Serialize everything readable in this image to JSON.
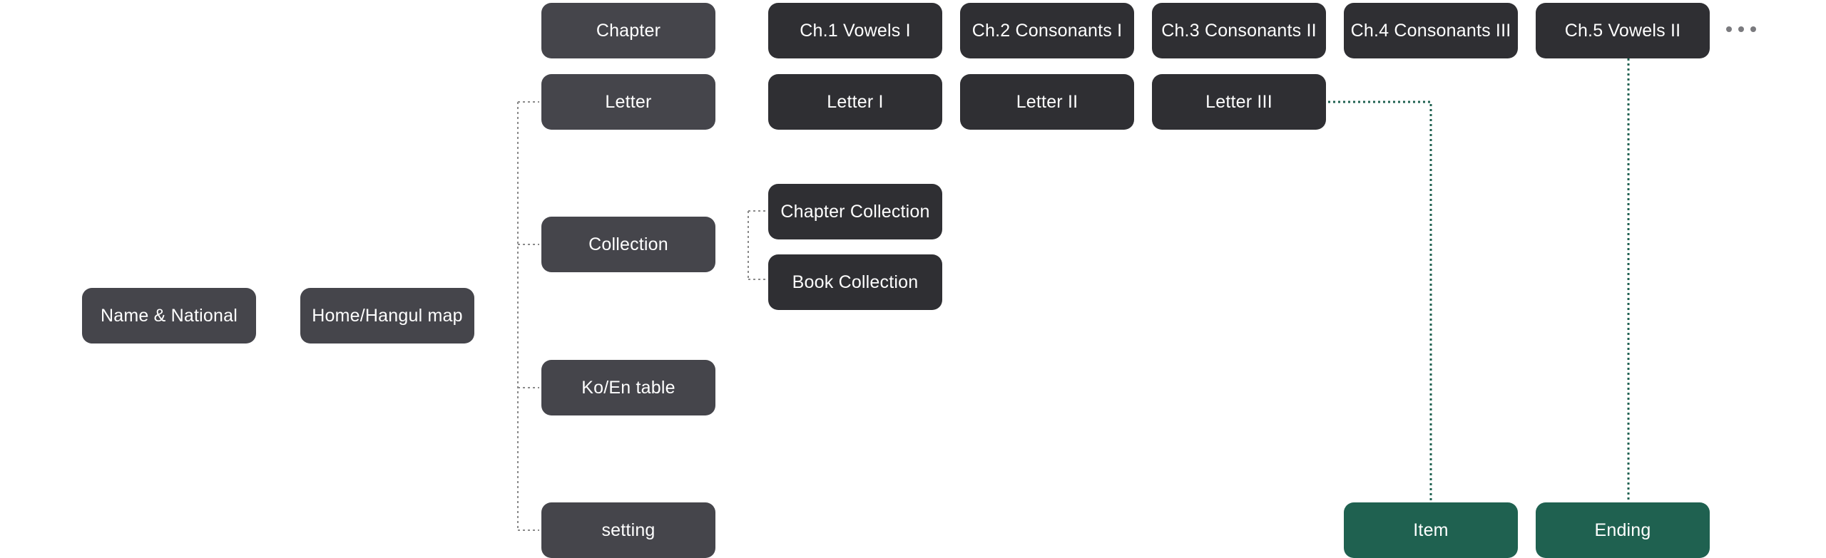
{
  "nodes": {
    "name_national": "Name & National",
    "home": "Home/Hangul map",
    "chapter": "Chapter",
    "letter": "Letter",
    "collection": "Collection",
    "ko_en_table": "Ko/En table",
    "setting": "setting",
    "chapters": [
      "Ch.1 Vowels I",
      "Ch.2 Consonants I",
      "Ch.3 Consonants II",
      "Ch.4 Consonants III",
      "Ch.5 Vowels II"
    ],
    "letters": [
      "Letter I",
      "Letter II",
      "Letter III"
    ],
    "collections": [
      "Chapter Collection",
      "Book Collection"
    ],
    "item": "Item",
    "ending": "Ending"
  },
  "more_icon": "ellipsis-icon",
  "colors": {
    "node_gray": "#45454b",
    "node_dark": "#2f2f33",
    "node_green": "#1f6150",
    "connector_gray": "#8a8a8a",
    "connector_green": "#1f6150"
  }
}
